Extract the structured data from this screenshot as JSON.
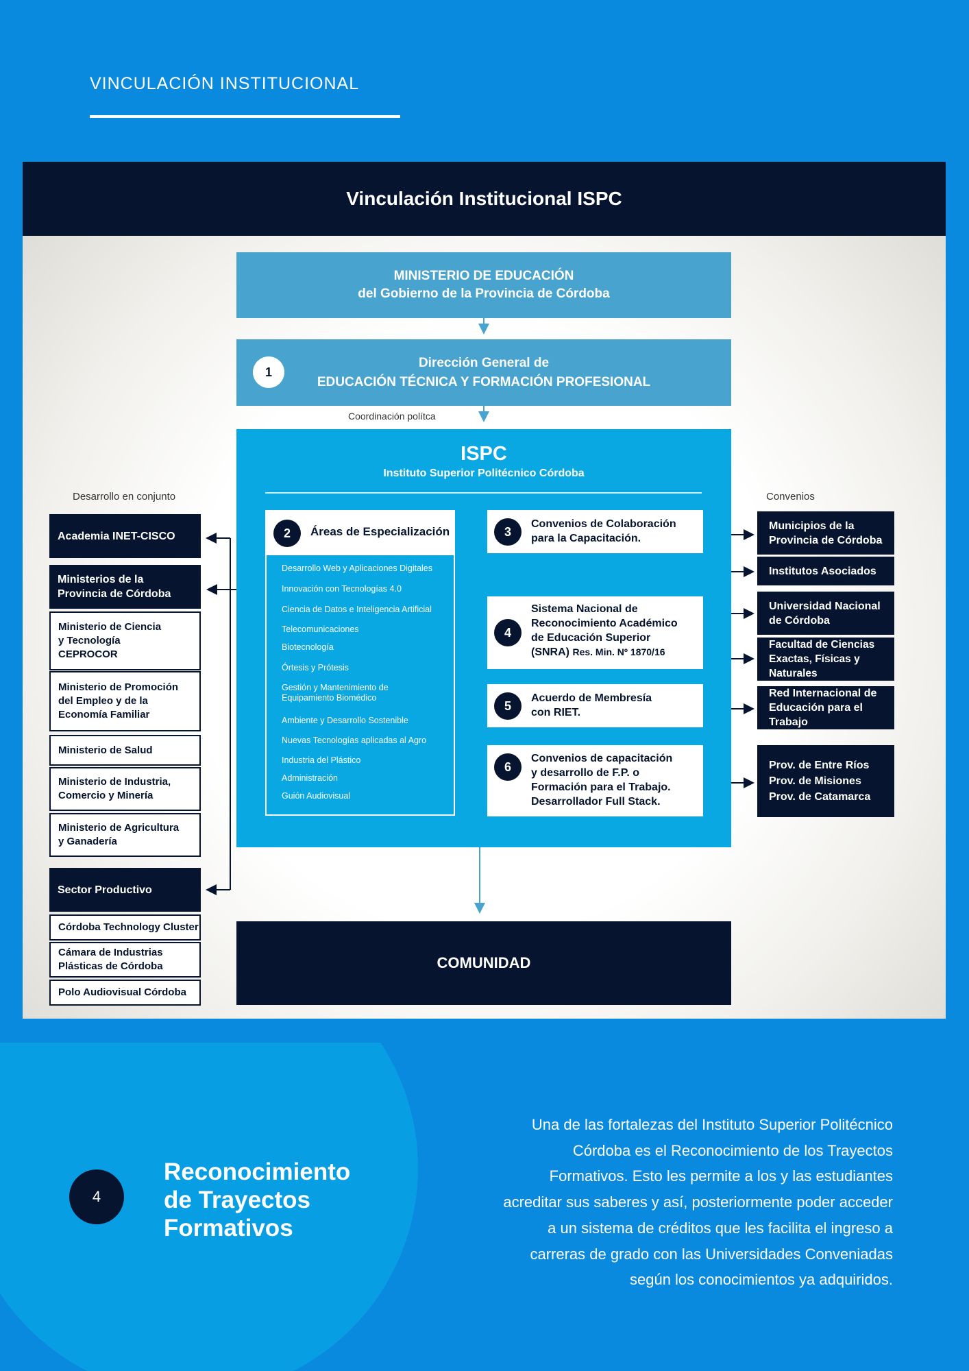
{
  "header": {
    "label": "VINCULACIÓN INSTITUCIONAL"
  },
  "diagram": {
    "title": "Vinculación Institucional ISPC",
    "ministerio": {
      "line1": "MINISTERIO DE EDUCACIÓN",
      "line2": "del Gobierno de la Provincia de Córdoba"
    },
    "direccion": {
      "number": "1",
      "line1": "Dirección General de",
      "line2": "EDUCACIÓN TÉCNICA Y FORMACIÓN PROFESIONAL"
    },
    "coordinacion_label": "Coordinación polítca",
    "ispc": {
      "title": "ISPC",
      "subtitle": "Instituto Superior Politécnico Córdoba"
    },
    "areas": {
      "number": "2",
      "title": "Áreas de Especialización",
      "items": [
        "Desarrollo Web y Aplicaciones Digitales",
        "Innovación con Tecnologías 4.0",
        "Ciencia de Datos e Inteligencia Artificial",
        "Telecomunicaciones",
        "Biotecnología",
        "Órtesis y Prótesis",
        "Gestión y Mantenimiento de\nEquipamiento Biomédico",
        "Ambiente y Desarrollo Sostenible",
        "Nuevas Tecnologías aplicadas al Agro",
        "Industria del Plástico",
        "Administración",
        "Guión Audiovisual"
      ]
    },
    "cards": [
      {
        "number": "3",
        "text": "Convenios de Colaboración\npara la Capacitación."
      },
      {
        "number": "4",
        "text": "Sistema Nacional de\nReconocimiento Académico\nde Educación Superior\n(SNRA)",
        "note": "Res. Min. Nº 1870/16"
      },
      {
        "number": "5",
        "text": "Acuerdo de Membresía\ncon RIET."
      },
      {
        "number": "6",
        "text": "Convenios de capacitación\ny desarrollo de F.P. o\nFormación para el Trabajo.\nDesarrollador Full Stack."
      }
    ],
    "left_label": "Desarrollo en conjunto",
    "left": {
      "academia": "Academia INET-CISCO",
      "ministerios": "Ministerios de la\nProvincia de Córdoba",
      "ministerios_items": [
        "Ministerio de Ciencia\ny Tecnología\nCEPROCOR",
        "Ministerio de Promoción\ndel Empleo y de la\nEconomía Familiar",
        "Ministerio de Salud",
        "Ministerio de Industria,\nComercio y Minería",
        "Ministerio de Agricultura\ny Ganadería"
      ],
      "sector": "Sector Productivo",
      "sector_items": [
        "Córdoba Technology Cluster",
        "Cámara de Industrias\nPlásticas de Córdoba",
        "Polo Audiovisual Córdoba"
      ]
    },
    "right_label": "Convenios",
    "right": [
      "Municipios de la\nProvincia de Córdoba",
      "Institutos Asociados",
      "Universidad Nacional\nde Córdoba",
      "Facultad de Ciencias\nExactas, Físicas y Naturales",
      "Red Internacional de\nEducación para el Trabajo",
      "Prov. de Entre Ríos\nProv. de Misiones\nProv. de Catamarca"
    ],
    "comunidad": "COMUNIDAD"
  },
  "section": {
    "page_number": "4",
    "title": "Reconocimiento\nde Trayectos\nFormativos",
    "text": "Una de las fortalezas del Instituto Superior Politécnico Córdoba es el Reconocimiento de los Trayectos Formativos. Esto les permite a los y las estudiantes acreditar sus saberes y así, posteriormente poder acceder a un sistema de créditos que les facilita el ingreso a carreras de grado con las Universidades Conveniadas según los conocimientos ya adquiridos."
  },
  "colors": {
    "blue": "#0a8ade",
    "navy": "#06142f",
    "ispc": "#0aa8e2",
    "sky": "#48a3cf"
  }
}
